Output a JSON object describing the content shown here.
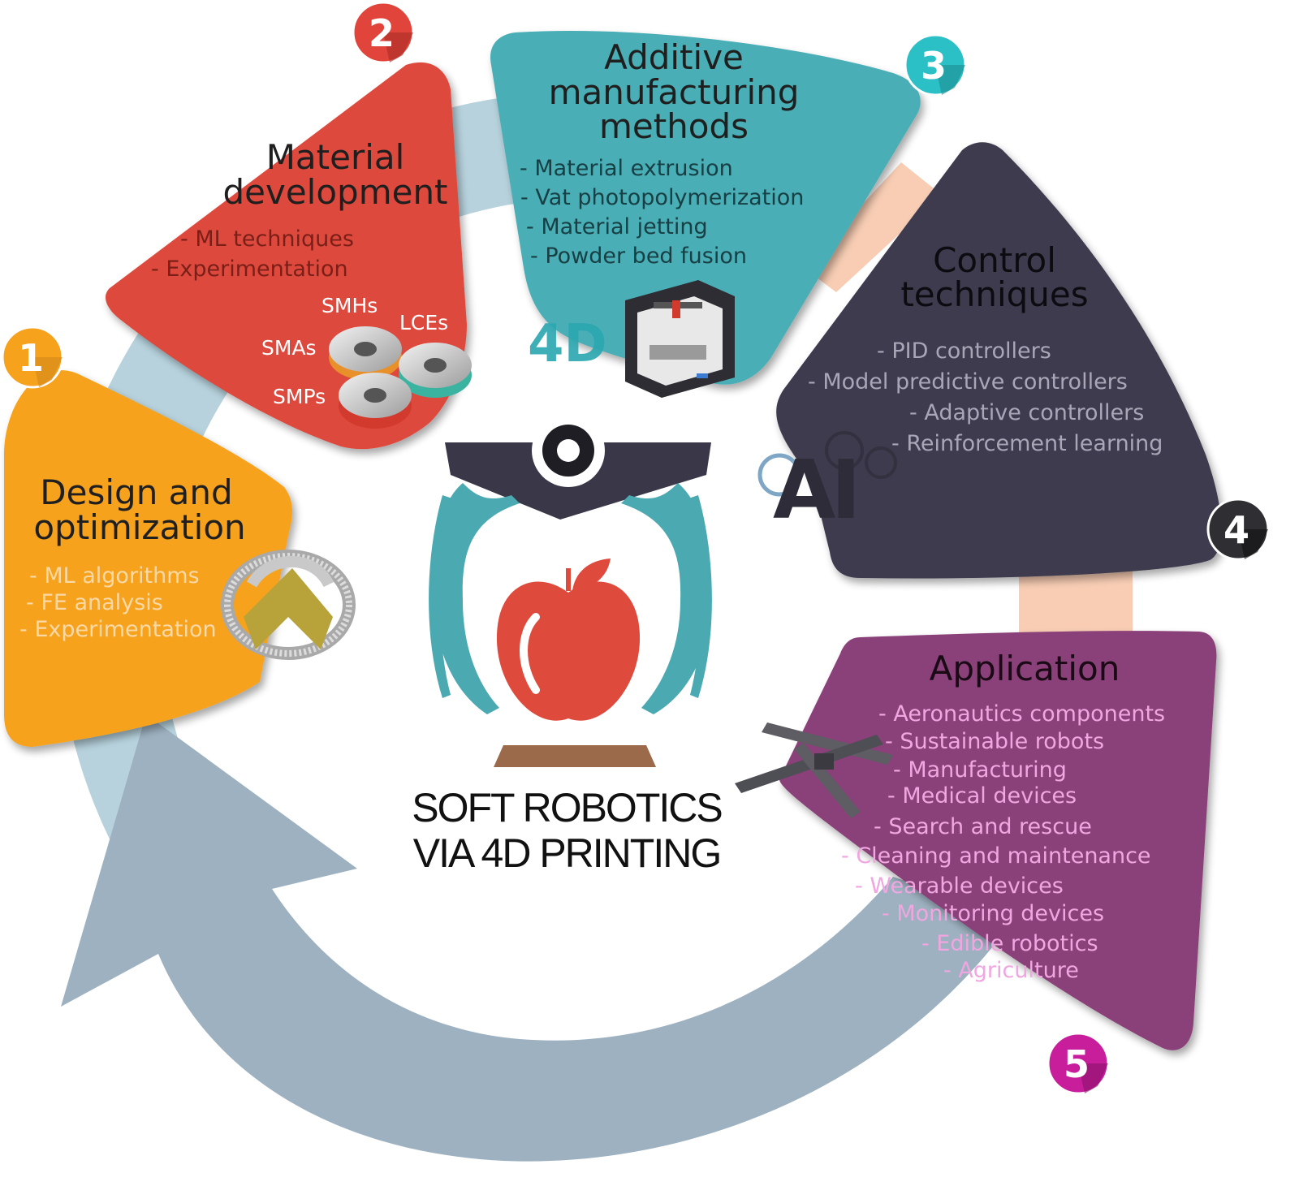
{
  "center": {
    "line1": "SOFT ROBOTICS",
    "line2": "VIA 4D PRINTING"
  },
  "steps": [
    {
      "number": "1",
      "title_lines": [
        "Design and",
        "optimization"
      ],
      "items": [
        "- ML algorithms",
        "- FE analysis",
        "- Experimentation"
      ],
      "color": "#f6a21d"
    },
    {
      "number": "2",
      "title_lines": [
        "Material",
        "development"
      ],
      "items": [
        "- ML techniques",
        "- Experimentation"
      ],
      "materials": [
        "SMHs",
        "LCEs",
        "SMAs",
        "SMPs"
      ],
      "color": "#de4a3c"
    },
    {
      "number": "3",
      "title_lines": [
        "Additive",
        "manufacturing",
        "methods"
      ],
      "items": [
        "- Material extrusion",
        "- Vat photopolymerization",
        "- Material jetting",
        "- Powder bed fusion"
      ],
      "printer_label": "4D",
      "color": "#49aeb5"
    },
    {
      "number": "4",
      "title_lines": [
        "Control",
        "techniques"
      ],
      "items": [
        "- PID controllers",
        "- Model predictive controllers",
        "- Adaptive controllers",
        "- Reinforcement learning"
      ],
      "ai_label": "AI",
      "color": "#3d3a4e"
    },
    {
      "number": "5",
      "title_lines": [
        "Application"
      ],
      "items": [
        "- Aeronautics components",
        "- Sustainable robots",
        "- Manufacturing",
        "- Medical devices",
        "- Search and rescue",
        "- Cleaning and maintenance",
        "- Wearable devices",
        "- Monitoring devices",
        "- Edible robotics",
        "- Agriculture"
      ],
      "color": "#8a3f78"
    }
  ],
  "colors": {
    "cycle_light": "#b7d2dd",
    "cycle_peach": "#f8cdb4",
    "cycle_arrow": "#9db1c0",
    "badge1": "#f6a21d",
    "badge2": "#e0443b",
    "badge3": "#2bbfc6",
    "badge4": "#2f2f33",
    "badge5": "#c81e9c",
    "gripper_teal": "#4aa9b1",
    "gripper_dark": "#3a3748",
    "apple": "#de4a3c"
  }
}
